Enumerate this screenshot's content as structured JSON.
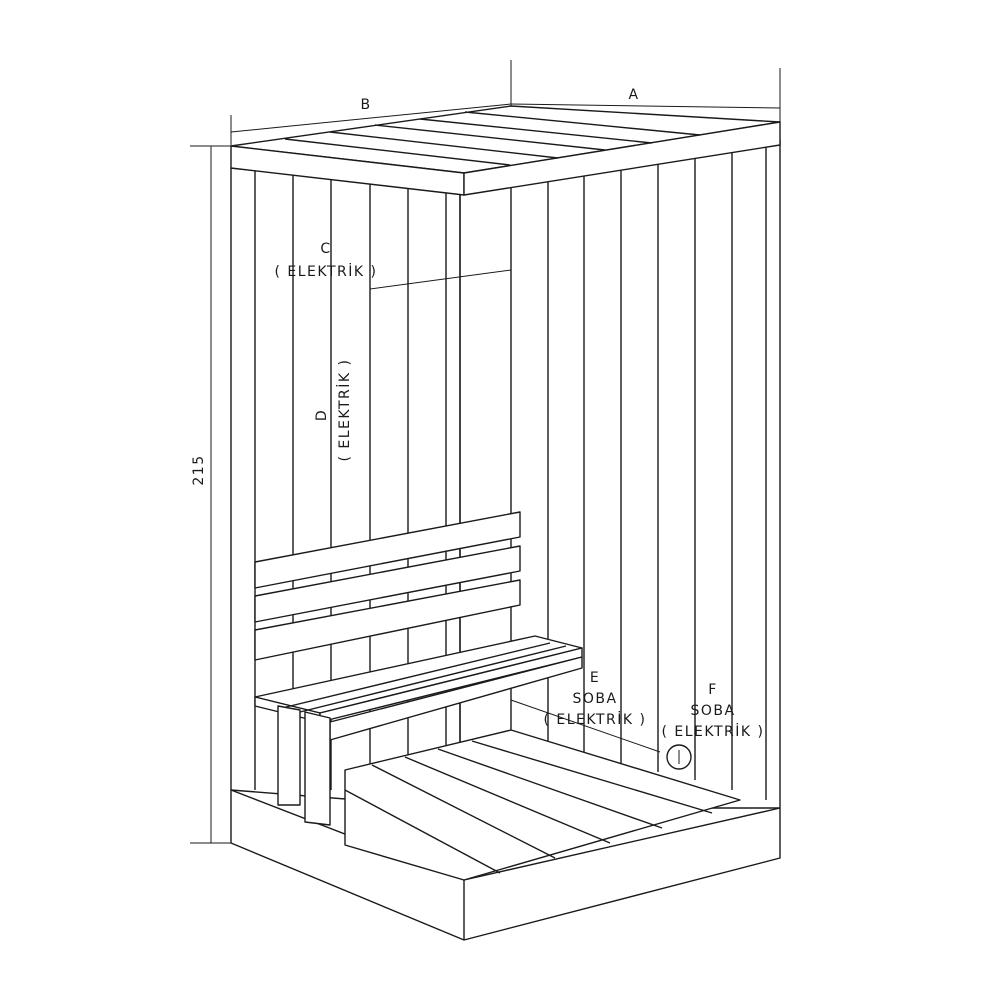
{
  "dimensions": {
    "a": "A",
    "b": "B",
    "height": "215"
  },
  "labels": {
    "c_letter": "C",
    "c_text": "( ELEKTRİK )",
    "d_letter": "D",
    "d_text": "( ELEKTRİK )",
    "e_letter": "E",
    "e_soba": "SOBA",
    "e_text": "( ELEKTRİK )",
    "f_letter": "F",
    "f_soba": "SOBA",
    "f_text": "( ELEKTRİK )"
  }
}
